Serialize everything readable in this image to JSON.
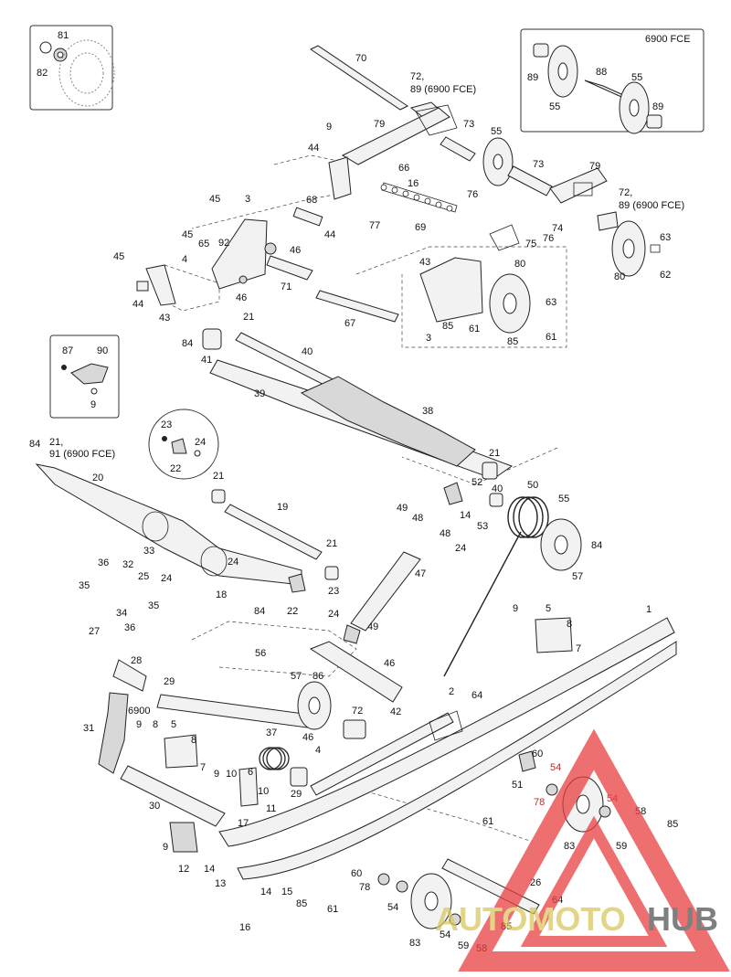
{
  "inset_boxes": {
    "top_left": {
      "labels": [
        "81",
        "82"
      ]
    },
    "top_right": {
      "title": "6900 FCE",
      "labels": [
        "89",
        "55",
        "88",
        "55",
        "89"
      ]
    },
    "mid_left": {
      "labels": [
        "87",
        "90",
        "9"
      ]
    }
  },
  "detail_circle": {
    "labels": [
      "23",
      "24",
      "22"
    ]
  },
  "sub_group_label": "6900",
  "callouts": [
    {
      "id": "c70",
      "text": "70"
    },
    {
      "id": "c72a",
      "text": "72,"
    },
    {
      "id": "c89a",
      "text": "89 (6900 FCE)"
    },
    {
      "id": "c9a",
      "text": "9"
    },
    {
      "id": "c79a",
      "text": "79"
    },
    {
      "id": "c73a",
      "text": "73"
    },
    {
      "id": "c55a",
      "text": "55"
    },
    {
      "id": "c44a",
      "text": "44"
    },
    {
      "id": "c66",
      "text": "66"
    },
    {
      "id": "c16a",
      "text": "16"
    },
    {
      "id": "c73b",
      "text": "73"
    },
    {
      "id": "c79b",
      "text": "79"
    },
    {
      "id": "c72b",
      "text": "72,"
    },
    {
      "id": "c89b",
      "text": "89 (6900 FCE)"
    },
    {
      "id": "c45a",
      "text": "45"
    },
    {
      "id": "c3a",
      "text": "3"
    },
    {
      "id": "c68",
      "text": "68"
    },
    {
      "id": "c77",
      "text": "77"
    },
    {
      "id": "c76a",
      "text": "76"
    },
    {
      "id": "c69",
      "text": "69"
    },
    {
      "id": "c45b",
      "text": "45"
    },
    {
      "id": "c92",
      "text": "92"
    },
    {
      "id": "c65",
      "text": "65"
    },
    {
      "id": "c46a",
      "text": "46"
    },
    {
      "id": "c44b",
      "text": "44"
    },
    {
      "id": "c74",
      "text": "74"
    },
    {
      "id": "c75",
      "text": "75"
    },
    {
      "id": "c76b",
      "text": "76"
    },
    {
      "id": "c63a",
      "text": "63"
    },
    {
      "id": "c62",
      "text": "62"
    },
    {
      "id": "c80a",
      "text": "80"
    },
    {
      "id": "c45c",
      "text": "45"
    },
    {
      "id": "c4a",
      "text": "4"
    },
    {
      "id": "c71",
      "text": "71"
    },
    {
      "id": "c43a",
      "text": "43"
    },
    {
      "id": "c80b",
      "text": "80"
    },
    {
      "id": "c44c",
      "text": "44"
    },
    {
      "id": "c46b",
      "text": "46"
    },
    {
      "id": "c43b",
      "text": "43"
    },
    {
      "id": "c67",
      "text": "67"
    },
    {
      "id": "c63b",
      "text": "63"
    },
    {
      "id": "c85a",
      "text": "85"
    },
    {
      "id": "c61a",
      "text": "61"
    },
    {
      "id": "c3b",
      "text": "3"
    },
    {
      "id": "c85b",
      "text": "85"
    },
    {
      "id": "c61b",
      "text": "61"
    },
    {
      "id": "c21a",
      "text": "21"
    },
    {
      "id": "c84a",
      "text": "84"
    },
    {
      "id": "c40a",
      "text": "40"
    },
    {
      "id": "c41",
      "text": "41"
    },
    {
      "id": "c39",
      "text": "39"
    },
    {
      "id": "c38",
      "text": "38"
    },
    {
      "id": "c84b",
      "text": "84"
    },
    {
      "id": "c21b",
      "text": "21,"
    },
    {
      "id": "c91",
      "text": "91 (6900 FCE)"
    },
    {
      "id": "c20",
      "text": "20"
    },
    {
      "id": "c21c",
      "text": "21"
    },
    {
      "id": "c21d",
      "text": "21"
    },
    {
      "id": "c52",
      "text": "52"
    },
    {
      "id": "c40b",
      "text": "40"
    },
    {
      "id": "c50",
      "text": "50"
    },
    {
      "id": "c55b",
      "text": "55"
    },
    {
      "id": "c19",
      "text": "19"
    },
    {
      "id": "c49a",
      "text": "49"
    },
    {
      "id": "c48a",
      "text": "48"
    },
    {
      "id": "c14a",
      "text": "14"
    },
    {
      "id": "c53",
      "text": "53"
    },
    {
      "id": "c48b",
      "text": "48"
    },
    {
      "id": "c24a",
      "text": "24"
    },
    {
      "id": "c84c",
      "text": "84"
    },
    {
      "id": "c57a",
      "text": "57"
    },
    {
      "id": "c21e",
      "text": "21"
    },
    {
      "id": "c36a",
      "text": "36"
    },
    {
      "id": "c32",
      "text": "32"
    },
    {
      "id": "c33",
      "text": "33"
    },
    {
      "id": "c25",
      "text": "25"
    },
    {
      "id": "c24b",
      "text": "24"
    },
    {
      "id": "c35a",
      "text": "35"
    },
    {
      "id": "c24c",
      "text": "24"
    },
    {
      "id": "c47",
      "text": "47"
    },
    {
      "id": "c34",
      "text": "34"
    },
    {
      "id": "c35b",
      "text": "35"
    },
    {
      "id": "c18",
      "text": "18"
    },
    {
      "id": "c22",
      "text": "22"
    },
    {
      "id": "c23",
      "text": "23"
    },
    {
      "id": "c84d",
      "text": "84"
    },
    {
      "id": "c36b",
      "text": "36"
    },
    {
      "id": "c9b",
      "text": "9"
    },
    {
      "id": "c5a",
      "text": "5"
    },
    {
      "id": "c8a",
      "text": "8"
    },
    {
      "id": "c7a",
      "text": "7"
    },
    {
      "id": "c1",
      "text": "1"
    },
    {
      "id": "c27",
      "text": "27"
    },
    {
      "id": "c24d",
      "text": "24"
    },
    {
      "id": "c49b",
      "text": "49"
    },
    {
      "id": "c56",
      "text": "56"
    },
    {
      "id": "c28",
      "text": "28"
    },
    {
      "id": "c46c",
      "text": "46"
    },
    {
      "id": "c57b",
      "text": "57"
    },
    {
      "id": "c86",
      "text": "86"
    },
    {
      "id": "c29a",
      "text": "29"
    },
    {
      "id": "c42",
      "text": "42"
    },
    {
      "id": "c2",
      "text": "2"
    },
    {
      "id": "c64a",
      "text": "64"
    },
    {
      "id": "c72c",
      "text": "72"
    },
    {
      "id": "c31",
      "text": "31"
    },
    {
      "id": "c9c",
      "text": "9"
    },
    {
      "id": "c8b",
      "text": "8"
    },
    {
      "id": "c5b",
      "text": "5"
    },
    {
      "id": "c8c",
      "text": "8"
    },
    {
      "id": "c37",
      "text": "37"
    },
    {
      "id": "c46d",
      "text": "46"
    },
    {
      "id": "c7b",
      "text": "7"
    },
    {
      "id": "c4b",
      "text": "4"
    },
    {
      "id": "c9d",
      "text": "9"
    },
    {
      "id": "c10a",
      "text": "10"
    },
    {
      "id": "c6",
      "text": "6"
    },
    {
      "id": "c10b",
      "text": "10"
    },
    {
      "id": "c29b",
      "text": "29"
    },
    {
      "id": "c60a",
      "text": "60"
    },
    {
      "id": "c54a",
      "text": "54"
    },
    {
      "id": "c51",
      "text": "51"
    },
    {
      "id": "c78a",
      "text": "78"
    },
    {
      "id": "c54b",
      "text": "54"
    },
    {
      "id": "c30",
      "text": "30"
    },
    {
      "id": "c17",
      "text": "17"
    },
    {
      "id": "c11",
      "text": "11"
    },
    {
      "id": "c61c",
      "text": "61"
    },
    {
      "id": "c58a",
      "text": "58"
    },
    {
      "id": "c85c",
      "text": "85"
    },
    {
      "id": "c9e",
      "text": "9"
    },
    {
      "id": "c83a",
      "text": "83"
    },
    {
      "id": "c59a",
      "text": "59"
    },
    {
      "id": "c12",
      "text": "12"
    },
    {
      "id": "c14b",
      "text": "14"
    },
    {
      "id": "c13",
      "text": "13"
    },
    {
      "id": "c14c",
      "text": "14"
    },
    {
      "id": "c15",
      "text": "15"
    },
    {
      "id": "c60b",
      "text": "60"
    },
    {
      "id": "c78b",
      "text": "78"
    },
    {
      "id": "c26",
      "text": "26"
    },
    {
      "id": "c64b",
      "text": "64"
    },
    {
      "id": "c54c",
      "text": "54"
    },
    {
      "id": "c85d",
      "text": "85"
    },
    {
      "id": "c61d",
      "text": "61"
    },
    {
      "id": "c16b",
      "text": "16"
    },
    {
      "id": "c83b",
      "text": "83"
    },
    {
      "id": "c54d",
      "text": "54"
    },
    {
      "id": "c59b",
      "text": "59"
    },
    {
      "id": "c85e",
      "text": "85"
    },
    {
      "id": "c58b",
      "text": "58"
    }
  ],
  "watermark": {
    "brand_part1": "AUTOMOTO",
    "brand_part2": "HUB",
    "color_primary": "#e84040",
    "color_secondary": "#d9c860",
    "color_dark": "#555555"
  }
}
